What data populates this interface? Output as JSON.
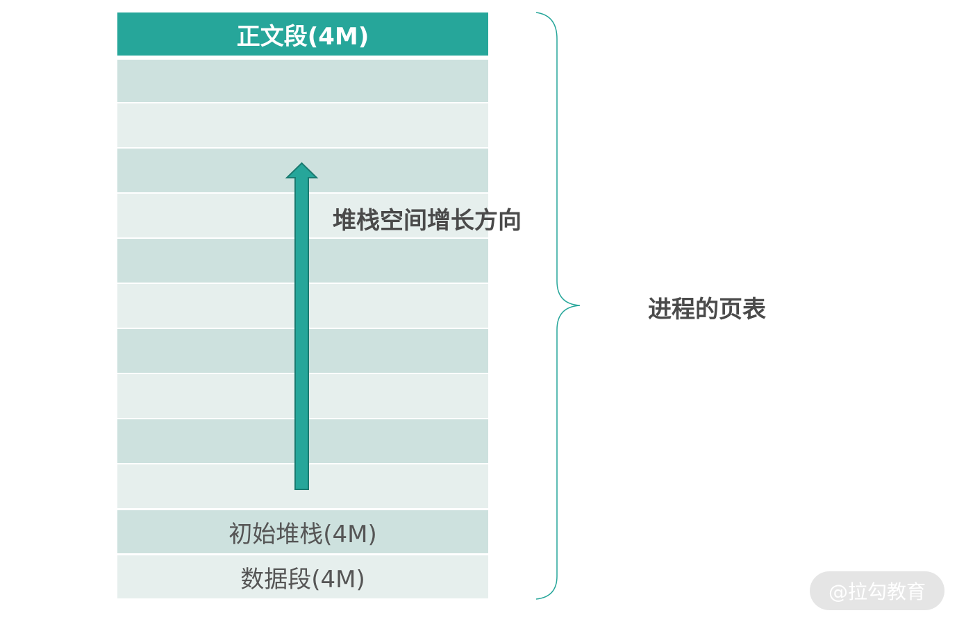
{
  "rows": [
    {
      "label": "正文段(4M)",
      "style": "header"
    },
    {
      "label": "",
      "style": "dark"
    },
    {
      "label": "",
      "style": "light"
    },
    {
      "label": "",
      "style": "dark"
    },
    {
      "label": "",
      "style": "light"
    },
    {
      "label": "",
      "style": "dark"
    },
    {
      "label": "",
      "style": "light"
    },
    {
      "label": "",
      "style": "dark"
    },
    {
      "label": "",
      "style": "light"
    },
    {
      "label": "",
      "style": "dark"
    },
    {
      "label": "",
      "style": "light"
    },
    {
      "label": "初始堆栈(4M)",
      "style": "dark"
    },
    {
      "label": "数据段(4M)",
      "style": "light"
    }
  ],
  "growth_label": "堆栈空间增长方向",
  "page_table_label": "进程的页表",
  "watermark": "@拉勾教育",
  "colors": {
    "header": "#26a69a",
    "row_dark": "#cde1de",
    "row_light": "#e6efed",
    "arrow_fill": "#26a69a",
    "arrow_stroke": "#1a7a70",
    "brace": "#26a69a"
  }
}
